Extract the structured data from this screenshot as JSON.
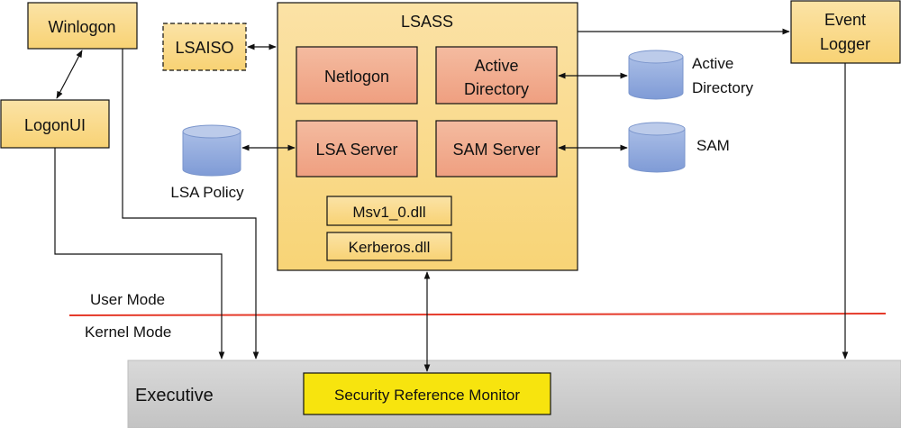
{
  "diagram": {
    "processes": {
      "winlogon": "Winlogon",
      "logonui": "LogonUI",
      "lsaiso": "LSAISO",
      "lsass": "LSASS",
      "event_logger": [
        "Event",
        "Logger"
      ]
    },
    "lsass_components": {
      "netlogon": "Netlogon",
      "active_directory": [
        "Active",
        "Directory"
      ],
      "lsa_server": "LSA Server",
      "sam_server": "SAM Server",
      "msv1_0": "Msv1_0.dll",
      "kerberos": "Kerberos.dll"
    },
    "databases": {
      "lsa_policy": "LSA Policy",
      "active_directory": [
        "Active",
        "Directory"
      ],
      "sam": "SAM"
    },
    "boundary": {
      "user_mode": "User Mode",
      "kernel_mode": "Kernel Mode"
    },
    "kernel": {
      "executive": "Executive",
      "srm": "Security Reference Monitor"
    },
    "colors": {
      "process_fill": "#fad98a",
      "component_fill": "#f2a98c",
      "database_fill": "#8fa9db",
      "boundary_line": "#e53a2a",
      "executive_fill": "#cfcfcf",
      "srm_fill": "#f7e40e"
    }
  }
}
